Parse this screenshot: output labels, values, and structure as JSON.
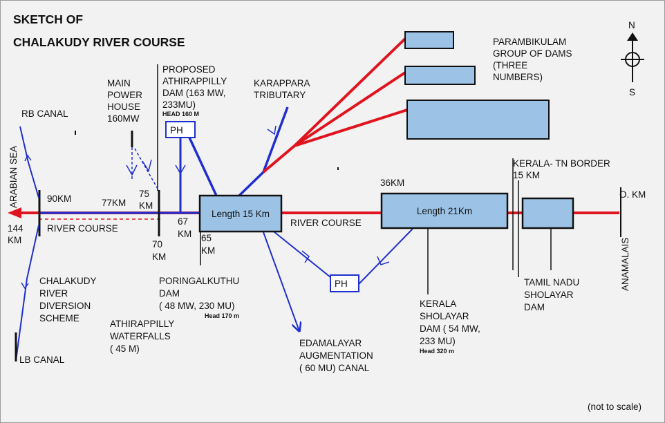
{
  "title": {
    "line1": "SKETCH OF",
    "line2": "CHALAKUDY  RIVER COURSE"
  },
  "colors": {
    "river": "#e0141e",
    "flow": "#1f2fcf",
    "reservoir_fill": "#9cc3e6",
    "background": "#f2f2f2"
  },
  "compass": {
    "north": "N",
    "south": "S"
  },
  "labels": {
    "arabian_sea": "ARABIAN SEA",
    "rb_canal": "RB CANAL",
    "lb_canal": "LB CANAL",
    "km_90": "90KM",
    "km_77": "77KM",
    "km_75": "75",
    "km_75_unit": "KM",
    "km_70": "70",
    "km_70_unit": "KM",
    "km_67": "67",
    "km_67_unit": "KM",
    "km_65": "65",
    "km_65_unit": "KM",
    "km_144": "144",
    "km_144_unit": "KM",
    "km_36": "36KM",
    "km_0": "O. KM",
    "river_course_left": "RIVER COURSE",
    "river_course_mid": "RIVER COURSE",
    "main_power_house": [
      "MAIN",
      "POWER",
      "HOUSE",
      "160MW"
    ],
    "proposed_athirappilly": [
      "PROPOSED",
      "ATHIRAPPILLY",
      "DAM (163 MW,",
      "233MU)"
    ],
    "head_160": "HEAD 160 M",
    "ph_top": "PH",
    "ph_bottom": "PH",
    "karappara": [
      "KARAPPARA",
      "TRIBUTARY"
    ],
    "parambikulam": [
      "PARAMBIKULAM",
      "GROUP OF DAMS",
      "(THREE",
      "NUMBERS)"
    ],
    "kerala_tn_border": [
      "KERALA- TN BORDER",
      "15 KM"
    ],
    "length_15": "Length 15 Km",
    "length_21": "Length 21Km",
    "diversion_scheme": [
      "CHALAKUDY",
      "RIVER",
      "DIVERSION",
      "SCHEME"
    ],
    "athirappilly_falls": [
      "ATHIRAPPILLY",
      "WATERFALLS",
      "( 45 M)"
    ],
    "poringalkuthu": [
      "PORINGALKUTHU",
      "DAM",
      "( 48 MW, 230 MU)"
    ],
    "head_170": "Head 170 m",
    "edamalayar": [
      "EDAMALAYAR",
      "AUGMENTATION",
      "( 60 MU) CANAL"
    ],
    "kerala_sholayar": [
      "KERALA",
      "SHOLAYAR",
      "DAM ( 54 MW,",
      "233 MU)"
    ],
    "head_320": "Head 320 m",
    "tamil_nadu_sholayar": [
      "TAMIL NADU",
      "SHOLAYAR",
      "DAM"
    ],
    "anamalais": "ANAMALAIS",
    "not_to_scale": "(not to scale)"
  }
}
